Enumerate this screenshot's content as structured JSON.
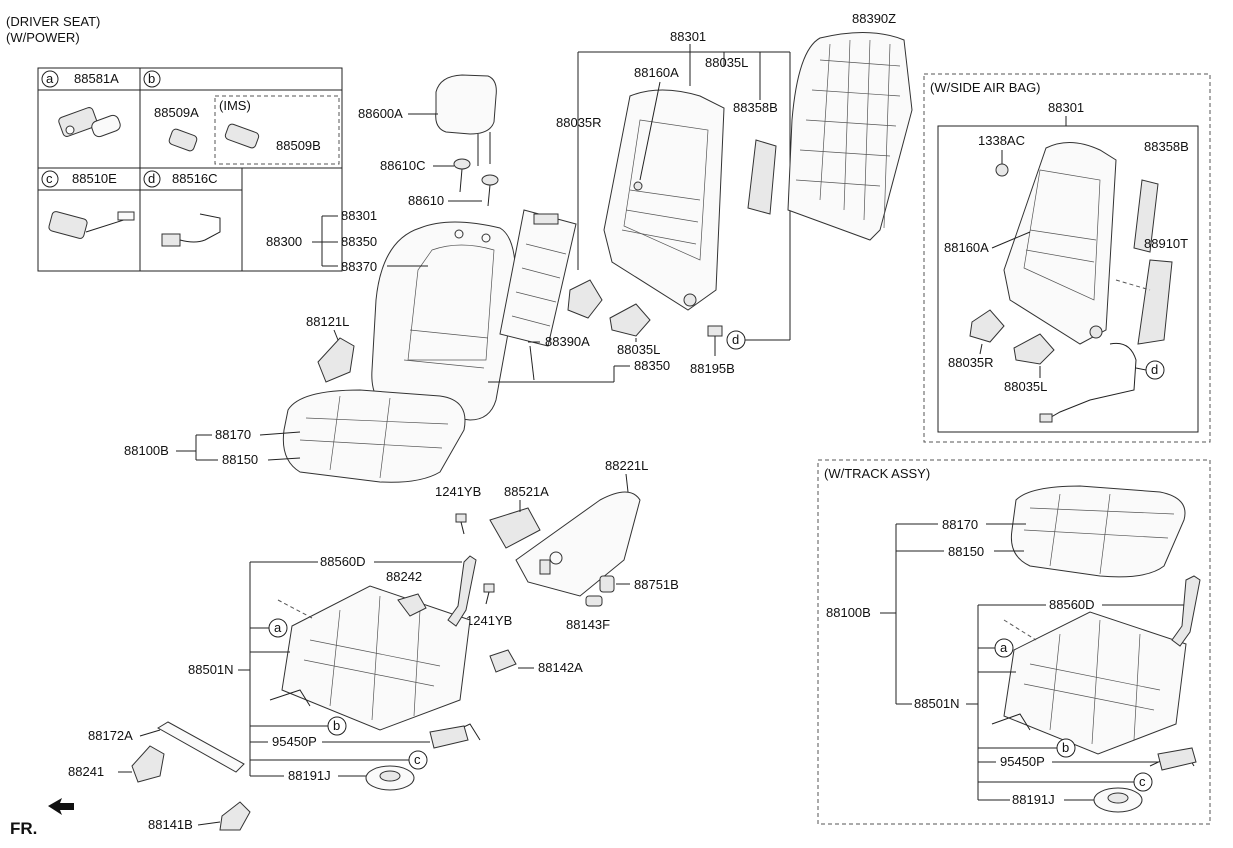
{
  "header": {
    "line1": "(DRIVER SEAT)",
    "line2": "(W/POWER)"
  },
  "fr_label": "FR.",
  "legend": {
    "a": {
      "letter": "a",
      "part": "88581A"
    },
    "b": {
      "letter": "b",
      "part1": "88509A",
      "ims": "(IMS)",
      "part2": "88509B"
    },
    "c": {
      "letter": "c",
      "part": "88510E"
    },
    "d": {
      "letter": "d",
      "part": "88516C"
    }
  },
  "side_airbag": {
    "title": "(W/SIDE AIR BAG)",
    "labels": {
      "p88301": "88301",
      "p1338AC": "1338AC",
      "p88358B": "88358B",
      "p88160A": "88160A",
      "p88910T": "88910T",
      "p88035R": "88035R",
      "p88035L": "88035L",
      "d": "d"
    }
  },
  "track_assy": {
    "title": "(W/TRACK ASSY)",
    "labels": {
      "p88170": "88170",
      "p88150": "88150",
      "p88100B": "88100B",
      "p88560D": "88560D",
      "a": "a",
      "p88501N": "88501N",
      "b": "b",
      "p95450P": "95450P",
      "c": "c",
      "p88191J": "88191J"
    }
  },
  "main_labels": {
    "p88600A": "88600A",
    "p88610C": "88610C",
    "p88610": "88610",
    "p88301a": "88301",
    "p88300": "88300",
    "p88350a": "88350",
    "p88370": "88370",
    "p88121L": "88121L",
    "p88390A": "88390A",
    "p88350b": "88350",
    "p88170": "88170",
    "p88100B": "88100B",
    "p88150": "88150",
    "p88301b": "88301",
    "p88160A": "88160A",
    "p88035R": "88035R",
    "p88035Lt": "88035L",
    "p88358B": "88358B",
    "p88390Z": "88390Z",
    "p88035Lb": "88035L",
    "p88195B": "88195B",
    "d": "d",
    "p1241YBa": "1241YB",
    "p88521A": "88521A",
    "p88221L": "88221L",
    "p88560D": "88560D",
    "p88242": "88242",
    "a": "a",
    "p1241YBb": "1241YB",
    "p88751B": "88751B",
    "p88143F": "88143F",
    "p88501N": "88501N",
    "p88142A": "88142A",
    "p88172A": "88172A",
    "b": "b",
    "p95450P": "95450P",
    "c": "c",
    "p88241": "88241",
    "p88191J": "88191J",
    "p88141B": "88141B"
  }
}
